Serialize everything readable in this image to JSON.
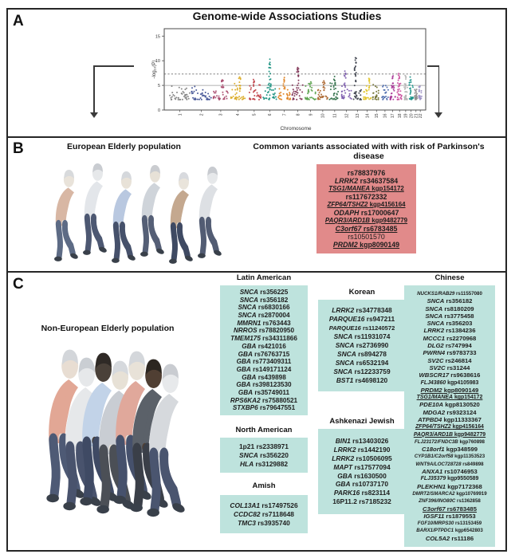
{
  "panel_a": {
    "label": "A",
    "title": "Genome-wide Associations Studies"
  },
  "chart_data": {
    "type": "scatter",
    "variant": "manhattan",
    "title": "Genome-wide Associations Studies",
    "xlabel": "Chromosome",
    "ylabel": "-log₁₀(P)",
    "yticks": [
      0,
      5,
      10,
      15
    ],
    "ylim": [
      0,
      16.5
    ],
    "grid": false,
    "significance_lines": [
      {
        "y": 5.0,
        "style": "solid",
        "color": "#999999"
      },
      {
        "y": 7.3,
        "style": "dashed",
        "color": "#555555"
      }
    ],
    "baseline_range": [
      2.1,
      4.8
    ],
    "chromosomes": [
      {
        "chr": "1",
        "color": "#808080",
        "weight": 8.2,
        "peak": 4.9
      },
      {
        "chr": "2",
        "color": "#3e4f92",
        "weight": 8.0,
        "peak": 5.4
      },
      {
        "chr": "3",
        "color": "#a84a6c",
        "weight": 6.6,
        "peak": 6.1
      },
      {
        "chr": "4",
        "color": "#d9a81f",
        "weight": 6.3,
        "peak": 6.7
      },
      {
        "chr": "5",
        "color": "#bf4048",
        "weight": 6.0,
        "peak": 6.2
      },
      {
        "chr": "6",
        "color": "#18907f",
        "weight": 5.7,
        "peak": 10.3
      },
      {
        "chr": "7",
        "color": "#e08324",
        "weight": 5.3,
        "peak": 6.6
      },
      {
        "chr": "8",
        "color": "#7b2b4e",
        "weight": 4.9,
        "peak": 8.6
      },
      {
        "chr": "9",
        "color": "#58a14a",
        "weight": 4.7,
        "peak": 5.7
      },
      {
        "chr": "10",
        "color": "#a9632a",
        "weight": 4.5,
        "peak": 5.9
      },
      {
        "chr": "11",
        "color": "#2f6f48",
        "weight": 4.5,
        "peak": 6.8
      },
      {
        "chr": "12",
        "color": "#7a58ab",
        "weight": 4.4,
        "peak": 7.9
      },
      {
        "chr": "13",
        "color": "#3a3e49",
        "weight": 3.8,
        "peak": 10.6
      },
      {
        "chr": "14",
        "color": "#e2c428",
        "weight": 3.6,
        "peak": 6.4
      },
      {
        "chr": "15",
        "color": "#707030",
        "weight": 3.4,
        "peak": 5.4
      },
      {
        "chr": "16",
        "color": "#4a69ad",
        "weight": 3.0,
        "peak": 5.3
      },
      {
        "chr": "17",
        "color": "#a93a98",
        "weight": 2.7,
        "peak": 6.9
      },
      {
        "chr": "18",
        "color": "#cb4f9e",
        "weight": 2.6,
        "peak": 7.4
      },
      {
        "chr": "19",
        "color": "#b5b5b5",
        "weight": 2.0,
        "peak": 7.0
      },
      {
        "chr": "20",
        "color": "#199389",
        "weight": 2.1,
        "peak": 6.7
      },
      {
        "chr": "21",
        "color": "#8d8d8d",
        "weight": 1.55,
        "peak": 4.7
      },
      {
        "chr": "22",
        "color": "#9d92c6",
        "weight": 1.7,
        "peak": 4.9
      }
    ]
  },
  "panel_b": {
    "label": "B",
    "left_heading": "European Elderly population",
    "right_heading": "Common variants associated with with risk of Parkinson's disease",
    "box_color": "#e18a8a",
    "people_icon": "elderly-person-hunched",
    "people": [
      {
        "shirt": "#d8b7a4",
        "pants": "#5d6b85",
        "skin": "#e9e3da",
        "hair": "#d8dadc"
      },
      {
        "shirt": "#e3e6ea",
        "pants": "#4d5872",
        "skin": "#e6e8ea",
        "hair": "#c9ccd1"
      },
      {
        "shirt": "#b9c8e0",
        "pants": "#46516b",
        "skin": "#e8e2d8",
        "hair": "#d5d8dc"
      },
      {
        "shirt": "#cfd4da",
        "pants": "#555f76",
        "skin": "#e7e1d7",
        "hair": "#caccd0"
      },
      {
        "shirt": "#c4a88f",
        "pants": "#3f4a63",
        "skin": "#e9e4db",
        "hair": "#d8dade"
      },
      {
        "shirt": "#dde0e4",
        "pants": "#525c73",
        "skin": "#e6e8ea",
        "hair": "#c8cbd0"
      }
    ],
    "variants": [
      {
        "g": "",
        "id": "rs78837976"
      },
      {
        "g": "LRRK2",
        "id": "rs34637584"
      },
      {
        "g": "TSG1/MANEA",
        "id": "kgp154172",
        "u": true
      },
      {
        "g": "",
        "id": "rs117672332"
      },
      {
        "g": "ZFP64/TSHZ2",
        "id": "kgp4156164",
        "u": true
      },
      {
        "g": "ODAPH",
        "id": "rs17000647"
      },
      {
        "g": "PAQR3/ARD1B",
        "id": "kgp9482779",
        "u": true
      },
      {
        "g": "C3orf67",
        "id": "rs6783485",
        "u": true
      },
      {
        "g": "",
        "id": "rs10501570",
        "plain": true
      },
      {
        "g": "PRDM2",
        "id": "kgp8090149",
        "u": true
      }
    ]
  },
  "panel_c": {
    "label": "C",
    "population_label": "Non-European Elderly population",
    "box_color": "#bee3dd",
    "people_icon": "elderly-person-hunched",
    "people": [
      {
        "shirt": "#e2a795",
        "pants": "#4e5a75",
        "skin": "#e8ddd2",
        "hair": "#d3d6da"
      },
      {
        "shirt": "#e6e8ea",
        "pants": "#49536d",
        "skin": "#e6e8ea",
        "hair": "#caced3"
      },
      {
        "shirt": "#c2d3e8",
        "pants": "#3f4a64",
        "skin": "#4a4139",
        "hair": "#2f2a26"
      },
      {
        "shirt": "#c9cdd3",
        "pants": "#4b4f56",
        "skin": "#e7e1d6",
        "hair": "#d6d9dd"
      },
      {
        "shirt": "#e0a89b",
        "pants": "#46516c",
        "skin": "#e8e2d8",
        "hair": "#d4d7db"
      },
      {
        "shirt": "#5b6169",
        "pants": "#3a3f48",
        "skin": "#503f33",
        "hair": "#2c2620"
      },
      {
        "shirt": "#d6d9dd",
        "pants": "#4a556f",
        "skin": "#e7e9eb",
        "hair": "#c9ccd1"
      }
    ],
    "groups": [
      {
        "name": "Latin American",
        "items": [
          {
            "g": "SNCA",
            "id": "rs356225"
          },
          {
            "g": "SNCA",
            "id": "rs356182"
          },
          {
            "g": "SNCA",
            "id": "rs6830166"
          },
          {
            "g": "SNCA",
            "id": "rs2870004"
          },
          {
            "g": "MMRN1",
            "id": "rs763443"
          },
          {
            "g": "NRROS",
            "id": "rs78820950"
          },
          {
            "g": "TMEM175",
            "id": "rs34311866"
          },
          {
            "g": "GBA",
            "id": "rs421016"
          },
          {
            "g": "GBA",
            "id": "rs76763715"
          },
          {
            "g": "GBA",
            "id": "rs773409311"
          },
          {
            "g": "GBA",
            "id": "rs149171124"
          },
          {
            "g": "GBA",
            "id": "rs439898"
          },
          {
            "g": "GBA",
            "id": "rs398123530"
          },
          {
            "g": "GBA",
            "id": "rs35749011"
          },
          {
            "g": "RPS6KA2",
            "id": "rs75880521"
          },
          {
            "g": "STXBP6",
            "id": "rs79647551"
          }
        ]
      },
      {
        "name": "North American",
        "items": [
          {
            "g": "1p21",
            "id": "rs2338971",
            "ni": true
          },
          {
            "g": "SNCA",
            "id": "rs356220"
          },
          {
            "g": "HLA",
            "id": "rs3129882"
          }
        ]
      },
      {
        "name": "Amish",
        "items": [
          {
            "g": "COL13A1",
            "id": "rs17497526"
          },
          {
            "g": "CCDC82",
            "id": "rs7118648"
          },
          {
            "g": "TMC3",
            "id": "rs3935740"
          }
        ]
      },
      {
        "name": "Korean",
        "items": [
          {
            "g": "LRRK2",
            "id": "rs34778348"
          },
          {
            "g": "PARQUE16",
            "id": "rs947211"
          },
          {
            "g": "PARQUE16",
            "id": "rs11240572"
          },
          {
            "g": "SNCA",
            "id": "rs11931074"
          },
          {
            "g": "SNCA",
            "id": "rs2736990"
          },
          {
            "g": "SNCA",
            "id": "rs894278"
          },
          {
            "g": "SNCA",
            "id": "rs6532194"
          },
          {
            "g": "SNCA",
            "id": "rs12233759"
          },
          {
            "g": "BST1",
            "id": "rs4698120"
          }
        ]
      },
      {
        "name": "Ashkenazi Jewish",
        "items": [
          {
            "g": "BIN1",
            "id": "rs13403026"
          },
          {
            "g": "LRRK2",
            "id": "rs1442190"
          },
          {
            "g": "LRRK2",
            "id": "rs10506095"
          },
          {
            "g": "MAPT",
            "id": "rs17577094"
          },
          {
            "g": "GBA",
            "id": "rs1630500"
          },
          {
            "g": "GBA",
            "id": "rs10737170"
          },
          {
            "g": "PARK16",
            "id": "rs823114"
          },
          {
            "g": "16P11.2",
            "id": "rs7185232",
            "ni": true
          }
        ]
      },
      {
        "name": "Chinese",
        "items": [
          {
            "g": "NUCKS1/RAB29",
            "id": "rs11557080"
          },
          {
            "g": "SNCA",
            "id": "rs356182"
          },
          {
            "g": "SNCA",
            "id": "rs8180209"
          },
          {
            "g": "SNCA",
            "id": "rs3775458"
          },
          {
            "g": "SNCA",
            "id": "rs356203"
          },
          {
            "g": "LRRK2",
            "id": "rs1384236"
          },
          {
            "g": "MCCC1",
            "id": "rs2270968"
          },
          {
            "g": "DLG2",
            "id": "rs747994"
          },
          {
            "g": "PWRN4",
            "id": "rs9783733"
          },
          {
            "g": "SV2C",
            "id": "rs246814"
          },
          {
            "g": "SV2C",
            "id": "rs31244"
          },
          {
            "g": "WBSCR17",
            "id": "rs9638616"
          },
          {
            "g": "FLJ43860",
            "id": "kgp4105983"
          },
          {
            "g": "PRDM2",
            "id": "kgp8090149",
            "u": true
          },
          {
            "g": "TSG1/MANEA",
            "id": "kgp154172",
            "u": true
          },
          {
            "g": "PDE10A",
            "id": "kgp8130520"
          },
          {
            "g": "MDGA2",
            "id": "rs9323124"
          },
          {
            "g": "ATPBD4",
            "id": "kgp11333367"
          },
          {
            "g": "ZFP64/TSHZ2",
            "id": "kgp4156164",
            "u": true
          },
          {
            "g": "PAQR3/ARD1B",
            "id": "kgp9482779",
            "u": true
          },
          {
            "g": "FLJ23172/FNDC3B",
            "id": "kgp760898"
          },
          {
            "g": "C18orf1",
            "id": "kgp348599"
          },
          {
            "g": "CYP1B1/C2orf58",
            "id": "kgp11353523"
          },
          {
            "g": "WNT9A/LOC728728",
            "id": "rs849898"
          },
          {
            "g": "ANXA1",
            "id": "rs10746953"
          },
          {
            "g": "FLJ35379",
            "id": "kgp9550589"
          },
          {
            "g": "PLEKHN1",
            "id": "kgp7172368"
          },
          {
            "g": "DMRT2/SMARCA2",
            "id": "kgp10769919"
          },
          {
            "g": "ZNF396/INO80C",
            "id": "rs1362858"
          },
          {
            "g": "C3orf67",
            "id": "rs6783485",
            "u": true
          },
          {
            "g": "IGSF11",
            "id": "rs1879553"
          },
          {
            "g": "FGF10/MRPS30",
            "id": "rs13153459"
          },
          {
            "g": "BARX1/PTPDC1",
            "id": "kgp6542803"
          },
          {
            "g": "COL5A2",
            "id": "rs11186"
          }
        ]
      }
    ]
  }
}
